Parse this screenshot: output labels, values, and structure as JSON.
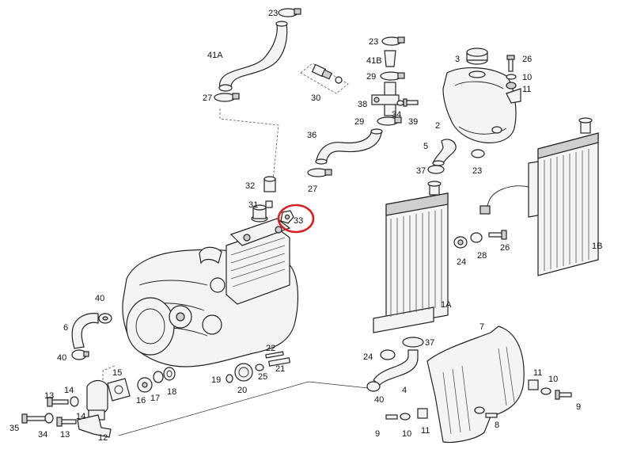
{
  "diagram": {
    "highlight_color": "#d81e1e",
    "highlighted_part": "33",
    "callouts": {
      "c23a": "23",
      "c41a": "41A",
      "c27a": "27",
      "c30": "30",
      "c23b": "23",
      "c41b": "41B",
      "c29a": "29",
      "c38": "38",
      "c34a": "34",
      "c29b": "29",
      "c39": "39",
      "c3": "3",
      "c26a": "26",
      "c10a": "10",
      "c11a": "11",
      "c2": "2",
      "c36": "36",
      "c27b": "27",
      "c5": "5",
      "c37a": "37",
      "c23c": "23",
      "c32": "32",
      "c31": "31",
      "c33": "33",
      "c24a": "24",
      "c28": "28",
      "c26b": "26",
      "c1b": "1B",
      "c1a": "1A",
      "c40a": "40",
      "c6": "6",
      "c40b": "40",
      "c15": "15",
      "c22": "22",
      "c21": "21",
      "c7": "7",
      "c37b": "37",
      "c24b": "24",
      "c11b": "11",
      "c10b": "10",
      "c9a": "9",
      "c19": "19",
      "c20": "20",
      "c25": "25",
      "c13a": "13",
      "c14a": "14",
      "c16": "16",
      "c17": "17",
      "c18": "18",
      "c4": "4",
      "c40c": "40",
      "c8": "8",
      "c35": "35",
      "c34b": "34",
      "c13b": "13",
      "c14b": "14",
      "c12": "12",
      "c9b": "9",
      "c10c": "10",
      "c11c": "11"
    }
  }
}
